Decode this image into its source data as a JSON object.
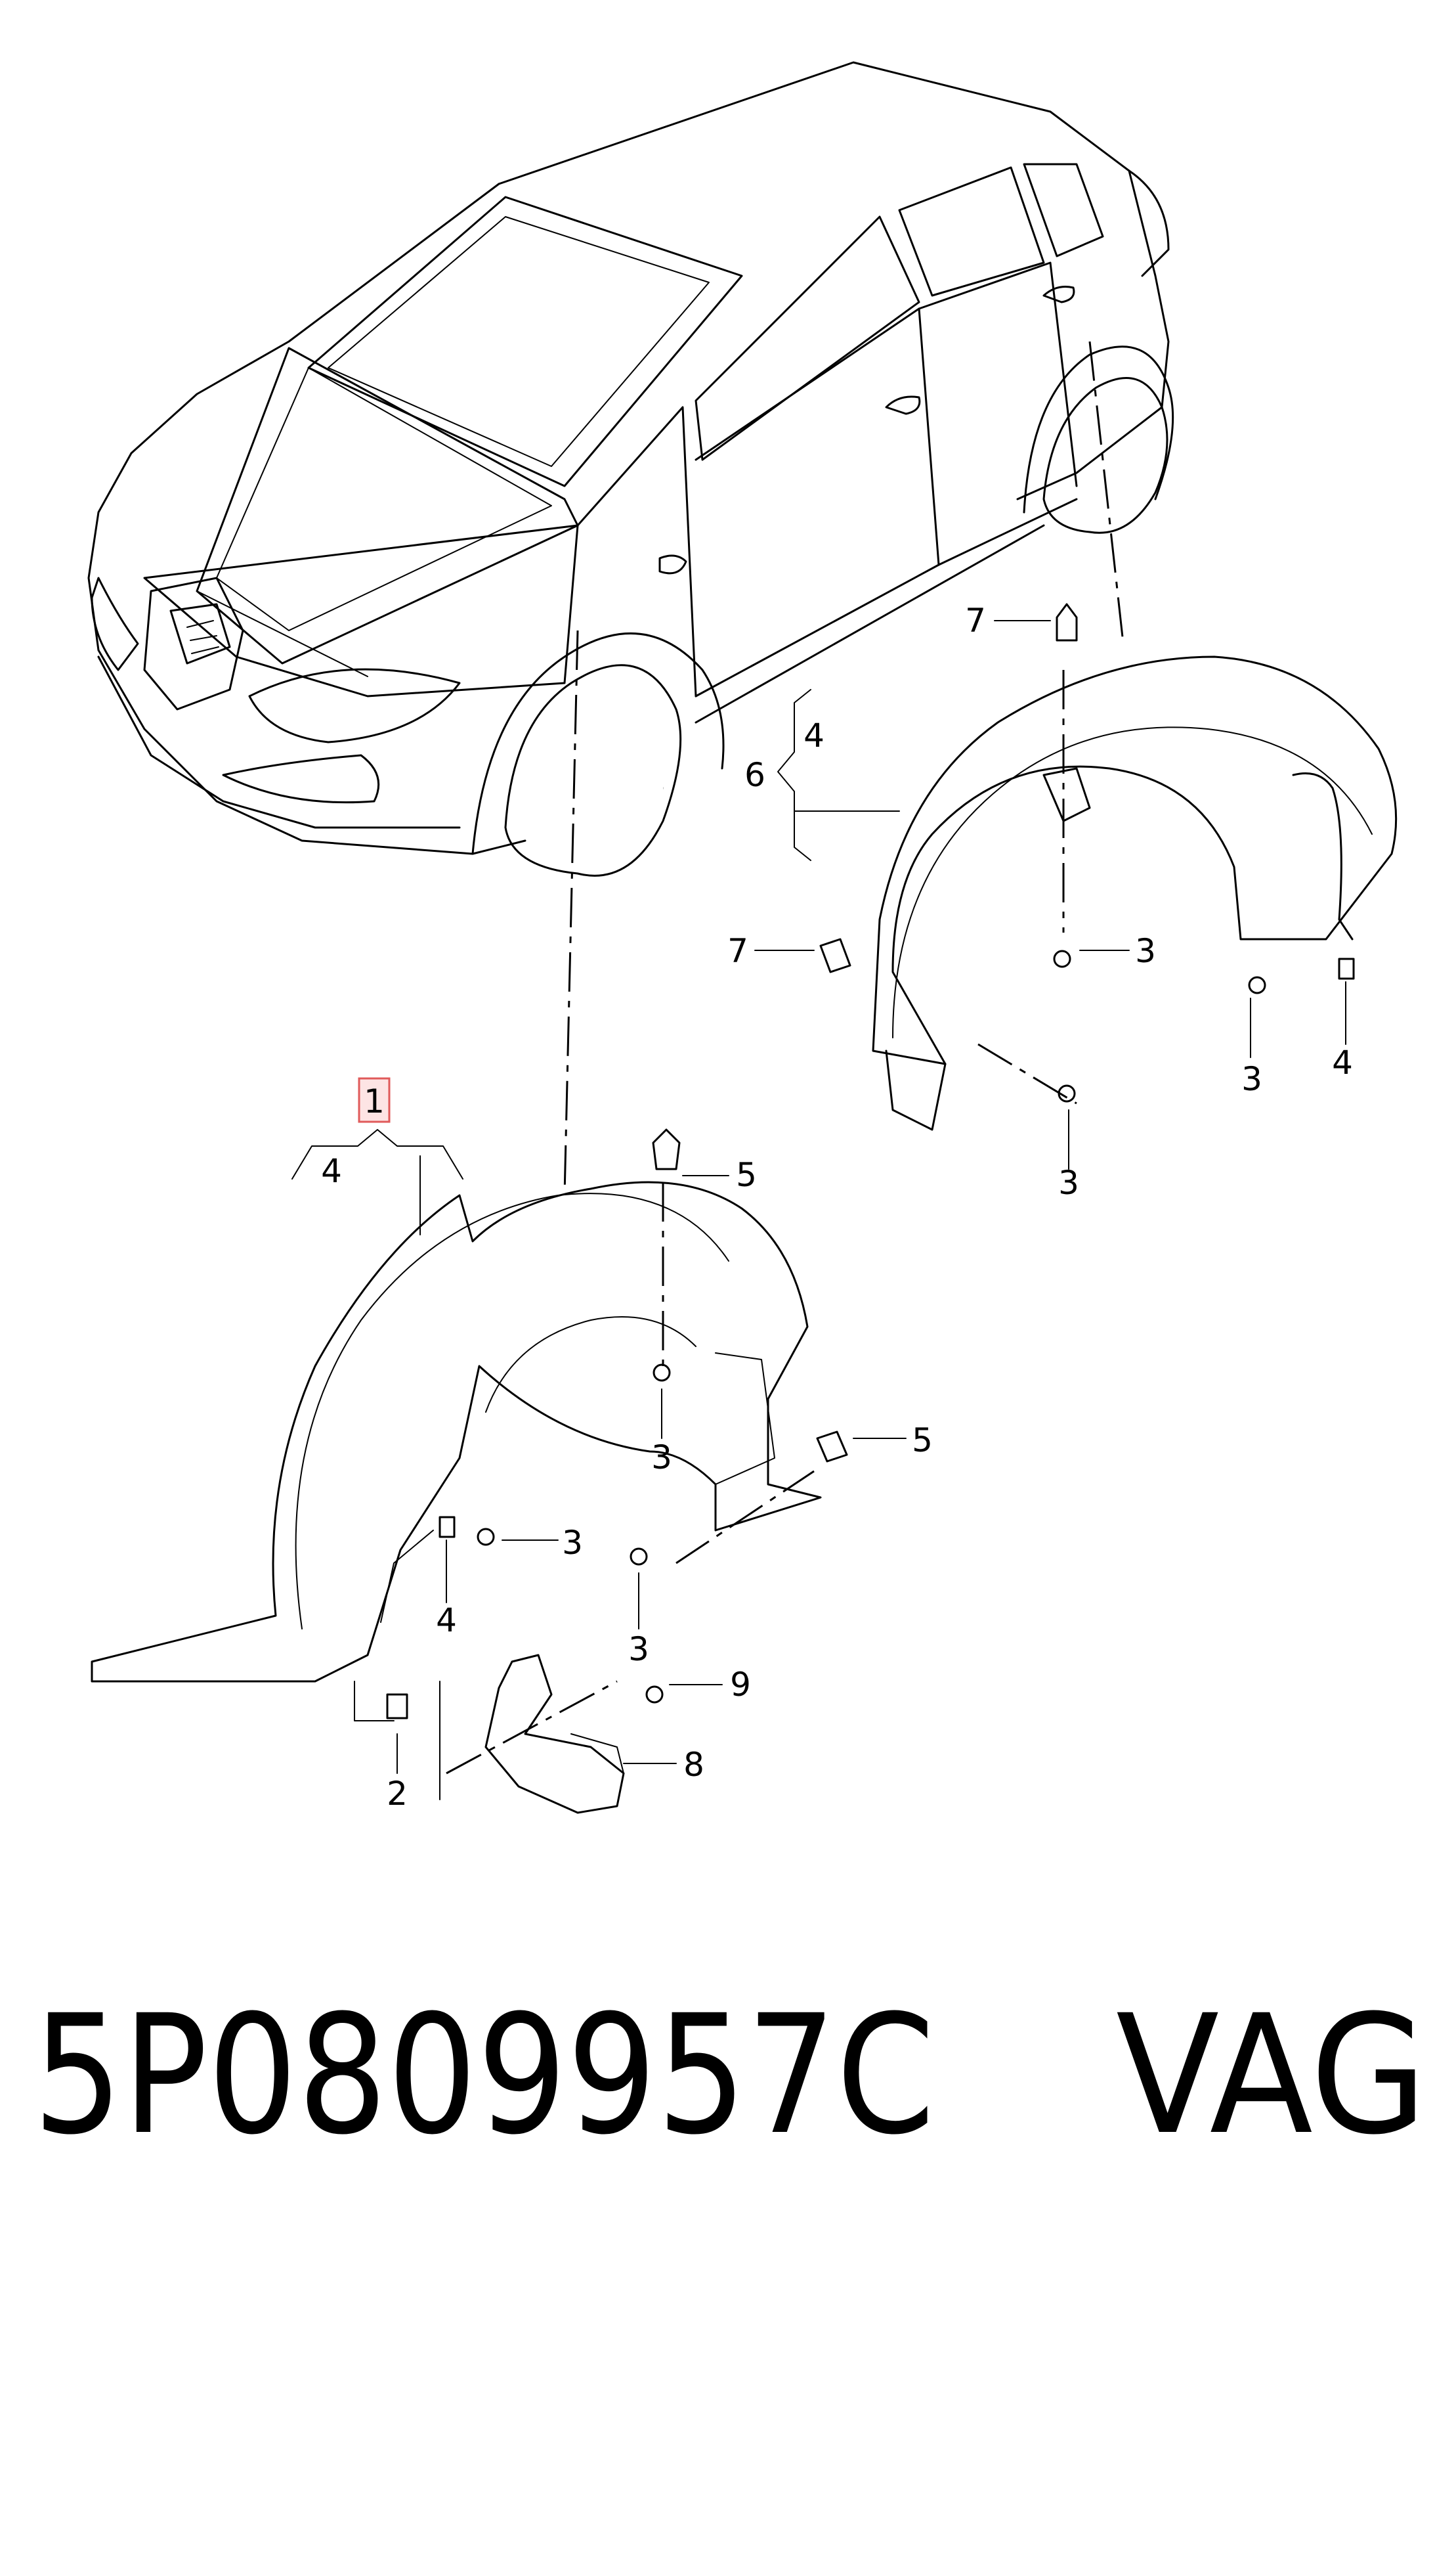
{
  "callouts": {
    "item_1": "1",
    "item_2": "2",
    "item_3": "3",
    "item_4": "4",
    "item_5": "5",
    "item_6": "6",
    "item_7": "7",
    "item_8": "8",
    "item_9": "9"
  },
  "highlight_color": "#e05a5a",
  "footer": {
    "part_number": "5P0809957C",
    "brand": "VAG"
  }
}
